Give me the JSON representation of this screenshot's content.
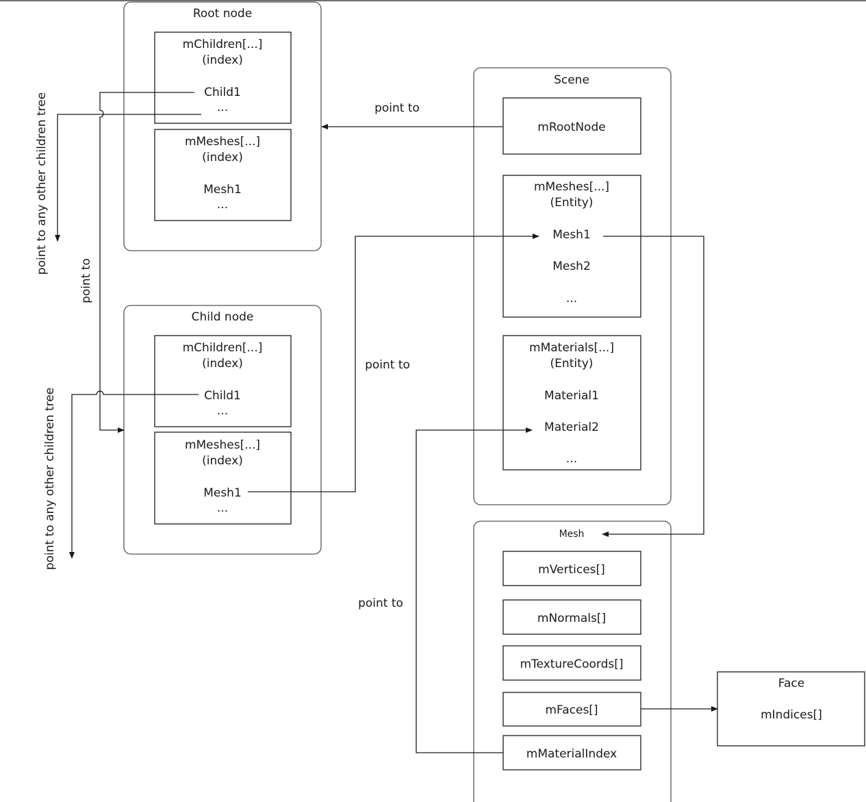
{
  "root_node": {
    "title": "Root node",
    "children_header": [
      "mChildren[...]",
      "(index)"
    ],
    "children_items": [
      "Child1",
      "..."
    ],
    "meshes_header": [
      "mMeshes[...]",
      "(index)"
    ],
    "meshes_items": [
      "Mesh1",
      "..."
    ]
  },
  "child_node": {
    "title": "Child node",
    "children_header": [
      "mChildren[...]",
      "(index)"
    ],
    "children_items": [
      "Child1",
      "..."
    ],
    "meshes_header": [
      "mMeshes[...]",
      "(index)"
    ],
    "meshes_items": [
      "Mesh1",
      "..."
    ]
  },
  "scene": {
    "title": "Scene",
    "root_node": "mRootNode",
    "meshes_header": [
      "mMeshes[...]",
      "(Entity)"
    ],
    "meshes_items": [
      "Mesh1",
      "Mesh2",
      "..."
    ],
    "materials_header": [
      "mMaterials[...]",
      "(Entity)"
    ],
    "materials_items": [
      "Material1",
      "Material2",
      "..."
    ]
  },
  "mesh": {
    "title": "Mesh",
    "fields": [
      "mVertices[]",
      "mNormals[]",
      "mTextureCoords[]",
      "mFaces[]",
      "mMaterialIndex"
    ]
  },
  "face": {
    "title": "Face",
    "field": "mIndices[]"
  },
  "labels": {
    "point_to": "point to",
    "point_to_any": "point to any other children tree"
  }
}
